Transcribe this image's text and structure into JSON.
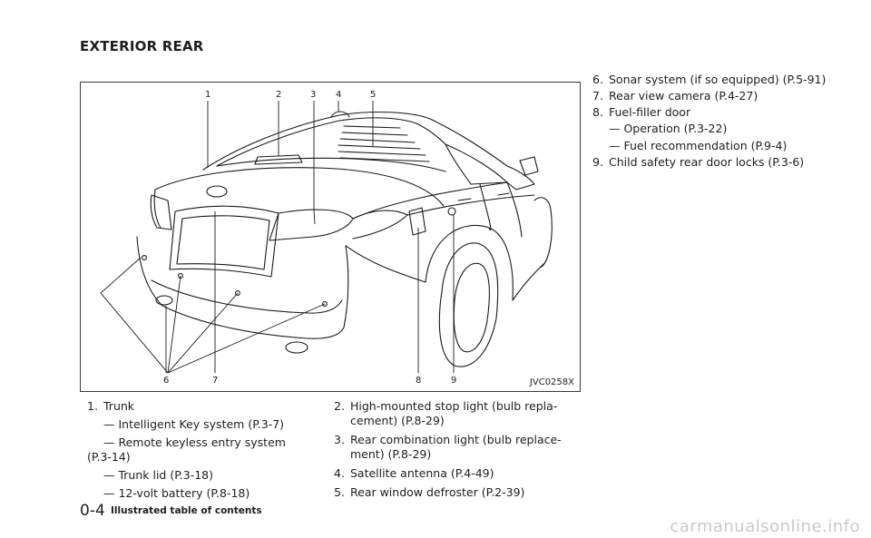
{
  "header": {
    "title": "EXTERIOR REAR"
  },
  "figure": {
    "code": "JVC0258X",
    "callouts": [
      "1",
      "2",
      "3",
      "4",
      "5",
      "6",
      "7",
      "8",
      "9"
    ]
  },
  "items": {
    "i1": {
      "num": "1.",
      "label": "Trunk"
    },
    "i1_sub": [
      "— Intelligent Key system (P.3-7)",
      "— Remote keyless entry system",
      "(P.3-14)",
      "— Trunk lid (P.3-18)",
      "— 12-volt battery (P.8-18)"
    ],
    "i2": {
      "num": "2.",
      "label": "High-mounted stop light (bulb repla-",
      "cont": "cement) (P.8-29)"
    },
    "i3": {
      "num": "3.",
      "label": "Rear combination light (bulb replace-",
      "cont": "ment) (P.8-29)"
    },
    "i4": {
      "num": "4.",
      "label": "Satellite antenna (P.4-49)"
    },
    "i5": {
      "num": "5.",
      "label": "Rear window defroster (P.2-39)"
    },
    "i6": {
      "num": "6.",
      "label": "Sonar system (if so equipped) (P.5-91)"
    },
    "i7": {
      "num": "7.",
      "label": "Rear view camera (P.4-27)"
    },
    "i8": {
      "num": "8.",
      "label": "Fuel-filler door"
    },
    "i8_sub": [
      "— Operation (P.3-22)",
      "— Fuel recommendation (P.9-4)"
    ],
    "i9": {
      "num": "9.",
      "label": "Child safety rear door locks (P.3-6)"
    }
  },
  "footer": {
    "page": "0-4",
    "title": "Illustrated table of contents"
  },
  "watermark": "carmanualsonline.info"
}
